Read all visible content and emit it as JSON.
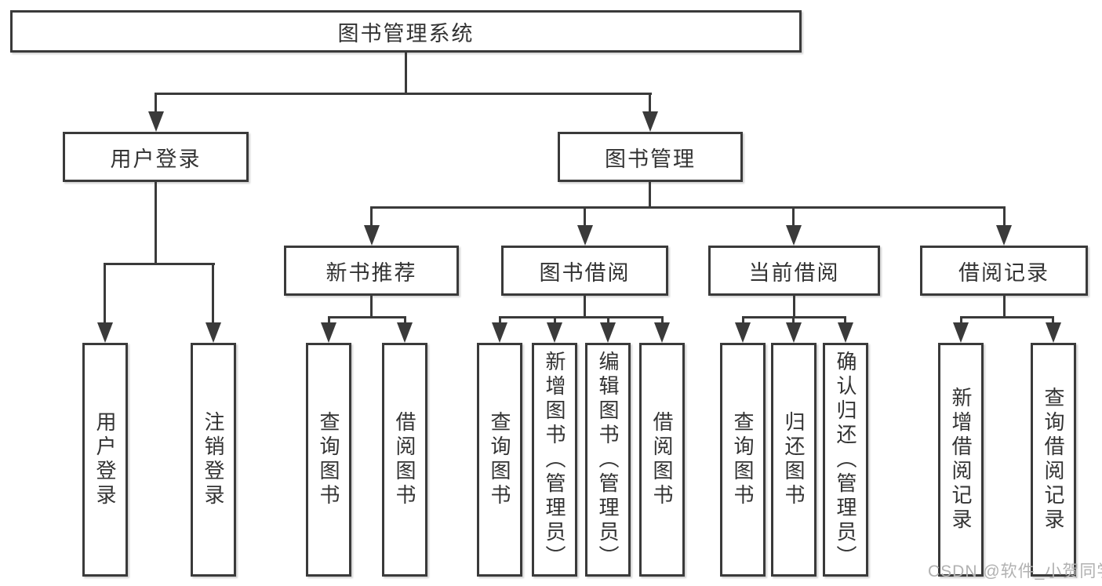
{
  "tree": {
    "root": {
      "label": "图书管理系统",
      "children": [
        {
          "label": "用户登录",
          "children": [
            {
              "label": "用户登录"
            },
            {
              "label": "注销登录"
            }
          ]
        },
        {
          "label": "图书管理",
          "children": [
            {
              "label": "新书推荐",
              "children": [
                {
                  "label": "查询图书"
                },
                {
                  "label": "借阅图书"
                }
              ]
            },
            {
              "label": "图书借阅",
              "children": [
                {
                  "label": "查询图书"
                },
                {
                  "label": "新增图书（管理员）"
                },
                {
                  "label": "编辑图书（管理员）"
                },
                {
                  "label": "借阅图书"
                }
              ]
            },
            {
              "label": "当前借阅",
              "children": [
                {
                  "label": "查询图书"
                },
                {
                  "label": "归还图书"
                },
                {
                  "label": "确认归还（管理员）"
                }
              ]
            },
            {
              "label": "借阅记录",
              "children": [
                {
                  "label": "新增借阅记录"
                },
                {
                  "label": "查询借阅记录"
                }
              ]
            }
          ]
        }
      ]
    }
  },
  "watermark": {
    "text": "CSDN @软件_小贺同学"
  },
  "colors": {
    "line": "#3a3a3a",
    "node_text": "#333333",
    "watermark": "#b1b1b1",
    "background": "#ffffff"
  }
}
